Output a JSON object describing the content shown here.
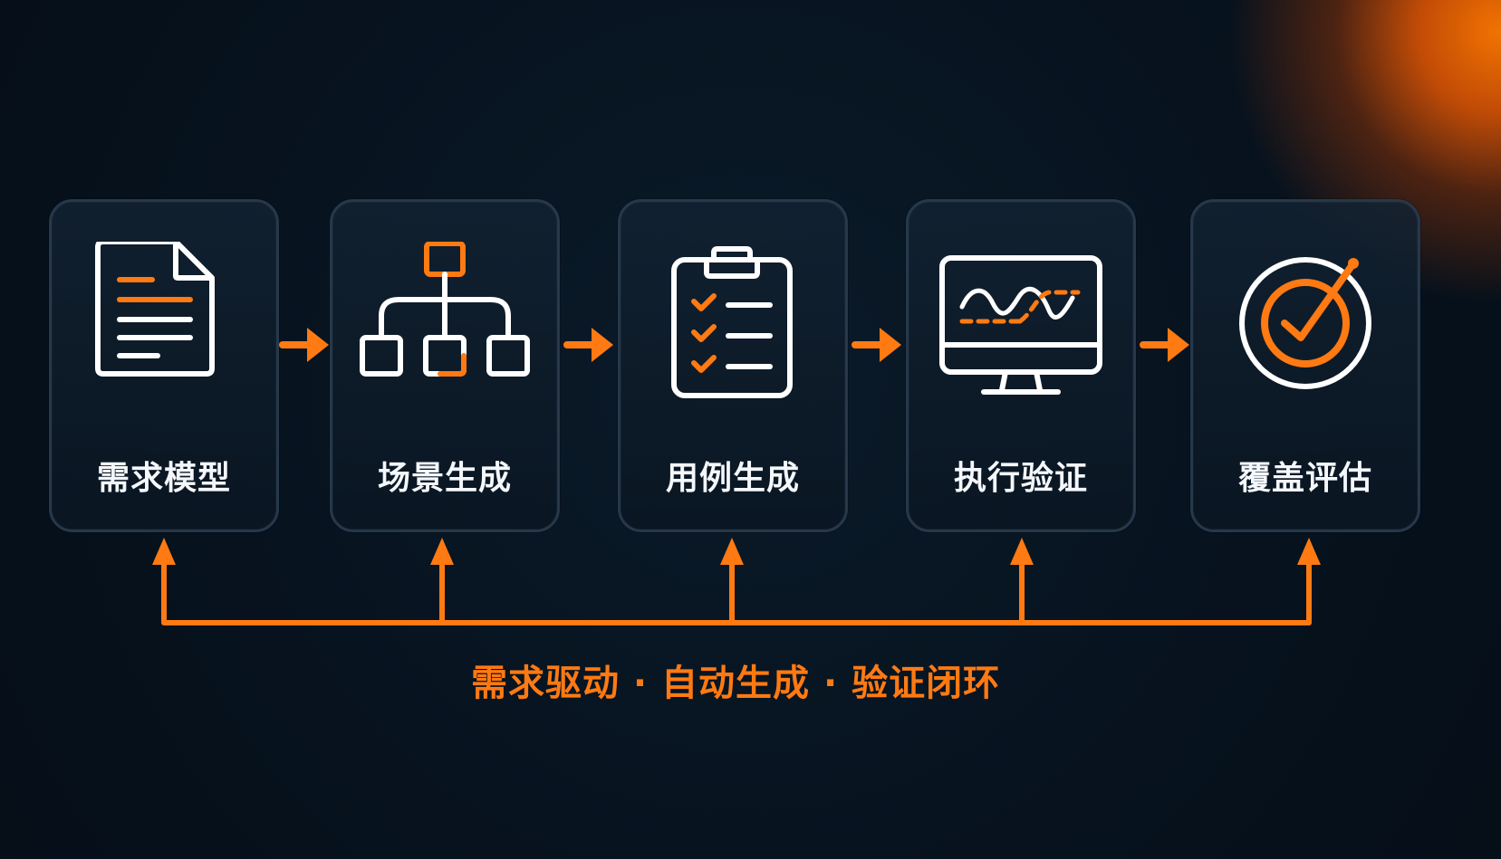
{
  "diagram": {
    "steps": [
      {
        "label": "需求模型",
        "icon": "document-icon"
      },
      {
        "label": "场景生成",
        "icon": "hierarchy-icon"
      },
      {
        "label": "用例生成",
        "icon": "clipboard-checklist-icon"
      },
      {
        "label": "执行验证",
        "icon": "monitor-chart-icon"
      },
      {
        "label": "覆盖评估",
        "icon": "target-check-icon"
      }
    ],
    "slogan": "需求驱动 · 自动生成 · 验证闭环",
    "colors": {
      "accent": "#FF7A12",
      "background": "#07111C",
      "card_border": "#26384A",
      "text": "#F4F7FB"
    }
  }
}
